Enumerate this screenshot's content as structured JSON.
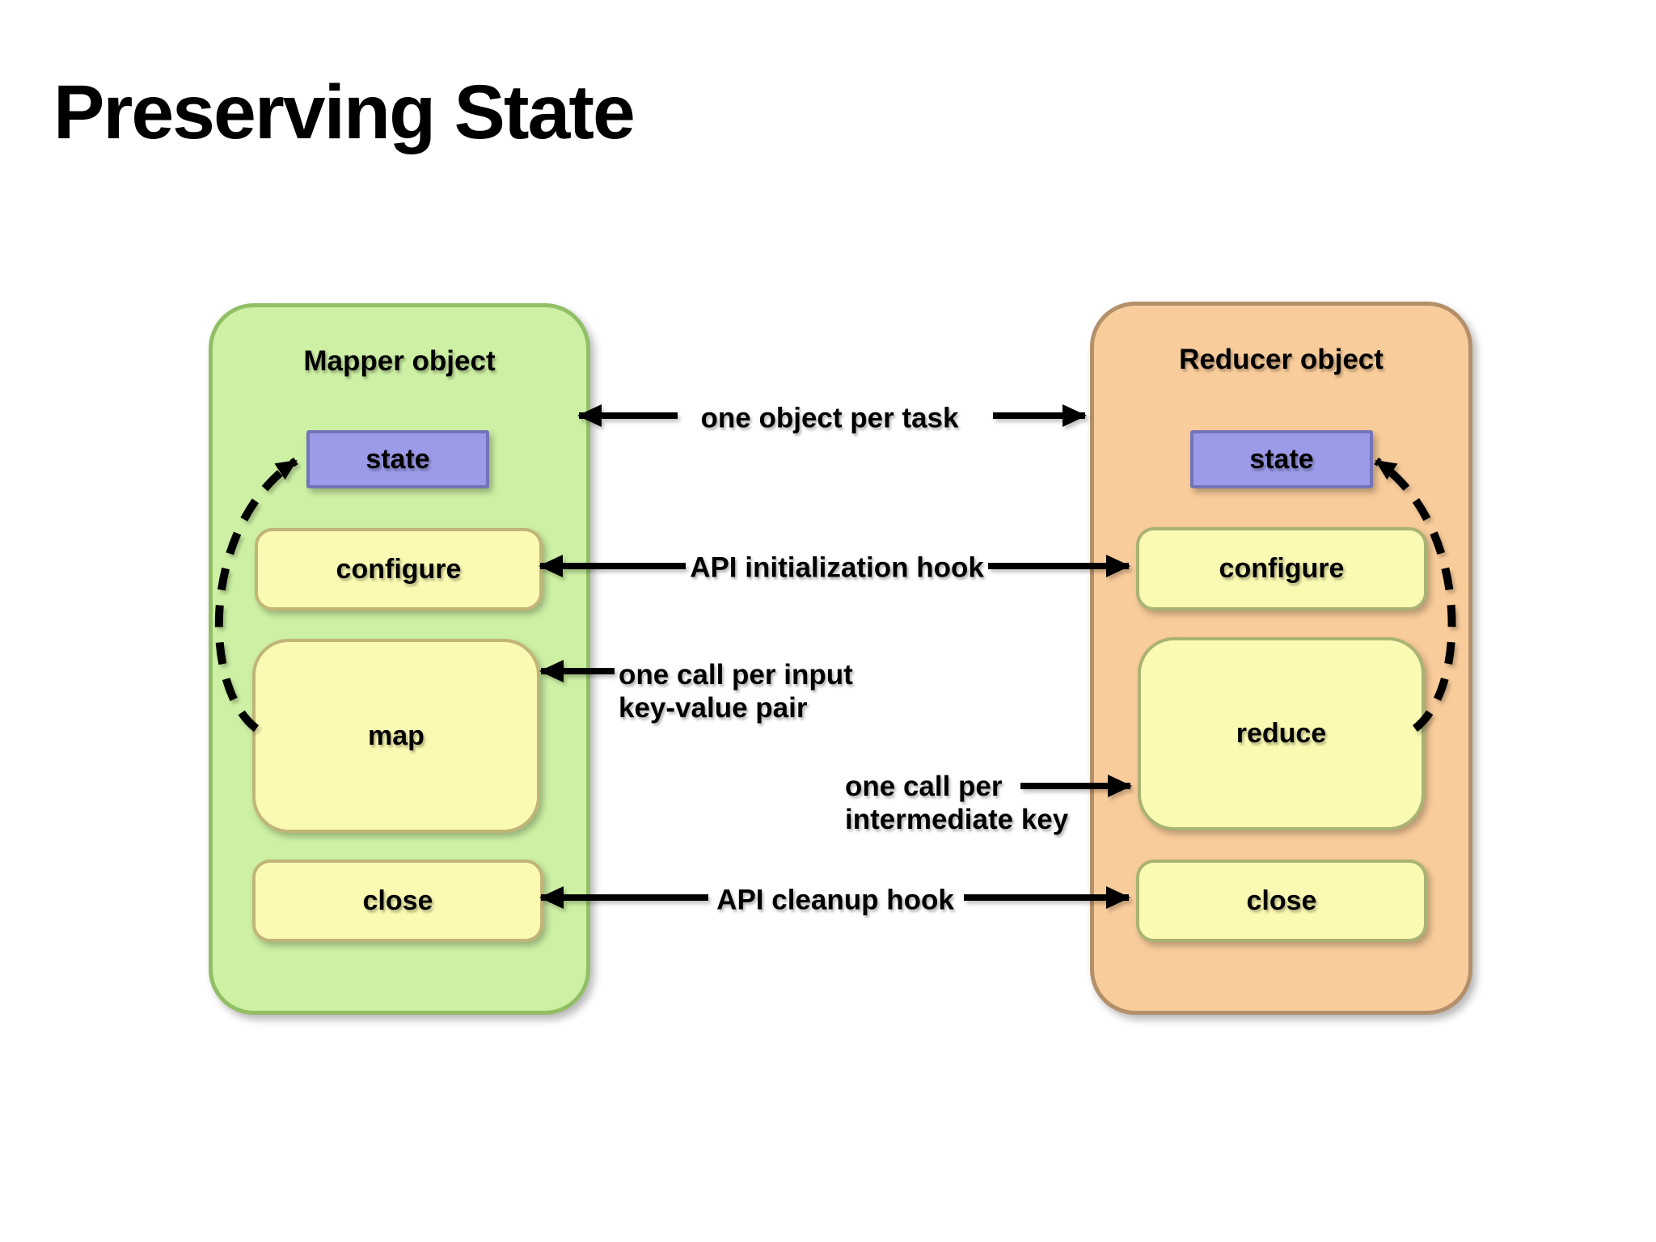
{
  "title": "Preserving State",
  "mapper": {
    "title": "Mapper object",
    "state": "state",
    "configure": "configure",
    "map": "map",
    "close": "close"
  },
  "reducer": {
    "title": "Reducer object",
    "state": "state",
    "configure": "configure",
    "reduce": "reduce",
    "close": "close"
  },
  "annotations": {
    "one_object_per_task": "one object per task",
    "api_initialization_hook": "API initialization hook",
    "one_call_per_input": {
      "line1": "one call per input",
      "line2": "key-value pair"
    },
    "one_call_per_intermediate": {
      "line1": "one call per",
      "line2": "intermediate key"
    },
    "api_cleanup_hook": "API cleanup hook"
  },
  "colors": {
    "mapper_fill": "#cdf0a4",
    "mapper_border": "#92bf66",
    "reducer_fill": "#f9cc9b",
    "reducer_border": "#b3906a",
    "method_fill": "#fbfab3",
    "method_border_mapper": "#c1b577",
    "method_border_reducer": "#a9b374",
    "state_fill": "#9c9bea",
    "state_border": "#7374b8",
    "arrow": "#000000",
    "background": "#ffffff",
    "text": "#000000"
  }
}
